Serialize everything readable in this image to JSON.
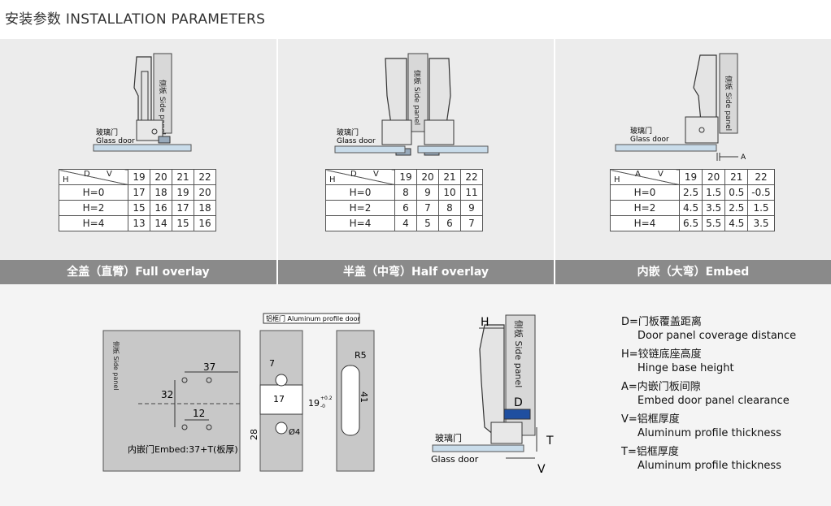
{
  "page_title": "安装参数  INSTALLATION PARAMETERS",
  "panels": [
    {
      "footer": "全盖（直臂）Full overlay",
      "side_panel_label": "侧板 Side panel",
      "glass_label_cn": "玻璃门",
      "glass_label_en": "Glass door",
      "table": {
        "corner_top": "D",
        "corner_top2": "V",
        "corner_bottom": "H",
        "cols": [
          "19",
          "20",
          "21",
          "22"
        ],
        "rows": [
          {
            "label": "H=0",
            "values": [
              "17",
              "18",
              "19",
              "20"
            ]
          },
          {
            "label": "H=2",
            "values": [
              "15",
              "16",
              "17",
              "18"
            ]
          },
          {
            "label": "H=4",
            "values": [
              "13",
              "14",
              "15",
              "16"
            ]
          }
        ]
      }
    },
    {
      "footer": "半盖（中弯）Half overlay",
      "side_panel_label": "侧板 Side panel",
      "glass_label_cn": "玻璃门",
      "glass_label_en": "Glass door",
      "table": {
        "corner_top": "D",
        "corner_top2": "V",
        "corner_bottom": "H",
        "cols": [
          "19",
          "20",
          "21",
          "22"
        ],
        "rows": [
          {
            "label": "H=0",
            "values": [
              "8",
              "9",
              "10",
              "11"
            ]
          },
          {
            "label": "H=2",
            "values": [
              "6",
              "7",
              "8",
              "9"
            ]
          },
          {
            "label": "H=4",
            "values": [
              "4",
              "5",
              "6",
              "7"
            ]
          }
        ]
      }
    },
    {
      "footer": "内嵌（大弯）Embed",
      "side_panel_label": "侧板 Side panel",
      "glass_label_cn": "玻璃门",
      "glass_label_en": "Glass door",
      "gap_label": "A",
      "table": {
        "corner_top": "A",
        "corner_top2": "V",
        "corner_bottom": "H",
        "cols": [
          "19",
          "20",
          "21",
          "22"
        ],
        "rows": [
          {
            "label": "H=0",
            "values": [
              "2.5",
              "1.5",
              "0.5",
              "-0.5"
            ]
          },
          {
            "label": "H=2",
            "values": [
              "4.5",
              "3.5",
              "2.5",
              "1.5"
            ]
          },
          {
            "label": "H=4",
            "values": [
              "6.5",
              "5.5",
              "4.5",
              "3.5"
            ]
          }
        ]
      }
    }
  ],
  "drill": {
    "side_panel_label": "侧板 Side panel",
    "dim_37": "37",
    "dim_32": "32",
    "dim_12": "12",
    "embed_note": "内嵌门Embed:37+T(板厚)"
  },
  "profile": {
    "label": "铝框门 Aluminum profile door",
    "dim_7": "7",
    "dim_17": "17",
    "dim_19": "19",
    "tol_plus": "+0.2",
    "tol_minus": "-0",
    "dim_28": "28",
    "hole": "Ø4",
    "r5": "R5",
    "dim_41": "41"
  },
  "hinge_section": {
    "h": "H",
    "d": "D",
    "t": "T",
    "v": "V",
    "side_panel_label": "侧板 Side panel",
    "glass_label_cn": "玻璃门",
    "glass_label_en": "Glass door"
  },
  "legend": [
    {
      "cn": "D=门板覆盖距离",
      "en": "Door panel coverage distance"
    },
    {
      "cn": "H=铰链底座高度",
      "en": "Hinge base height"
    },
    {
      "cn": "A=内嵌门板间隙",
      "en": "Embed door panel clearance"
    },
    {
      "cn": "V=铝框厚度",
      "en": "Aluminum profile thickness"
    },
    {
      "cn": "T=铝框厚度",
      "en": "Aluminum profile  thickness"
    }
  ]
}
